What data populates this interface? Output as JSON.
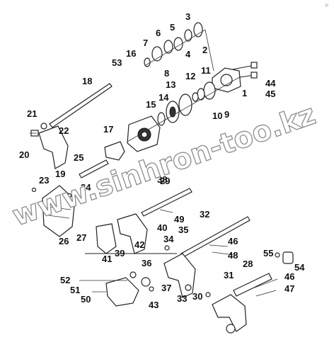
{
  "diagram": {
    "callouts": [
      "1",
      "2",
      "3",
      "4",
      "5",
      "6",
      "7",
      "8",
      "9",
      "10",
      "11",
      "12",
      "13",
      "14",
      "15",
      "16",
      "17",
      "18",
      "19",
      "20",
      "21",
      "22",
      "23",
      "24",
      "25",
      "26",
      "27",
      "28",
      "29",
      "30",
      "31",
      "32",
      "33",
      "34",
      "35",
      "36",
      "37",
      "38",
      "39",
      "40",
      "41",
      "42",
      "43",
      "44",
      "45",
      "46",
      "46",
      "47",
      "48",
      "49",
      "50",
      "51",
      "52",
      "53",
      "54",
      "55"
    ],
    "watermark": "www.sinhron-too.kz",
    "corner_mark": "P"
  }
}
